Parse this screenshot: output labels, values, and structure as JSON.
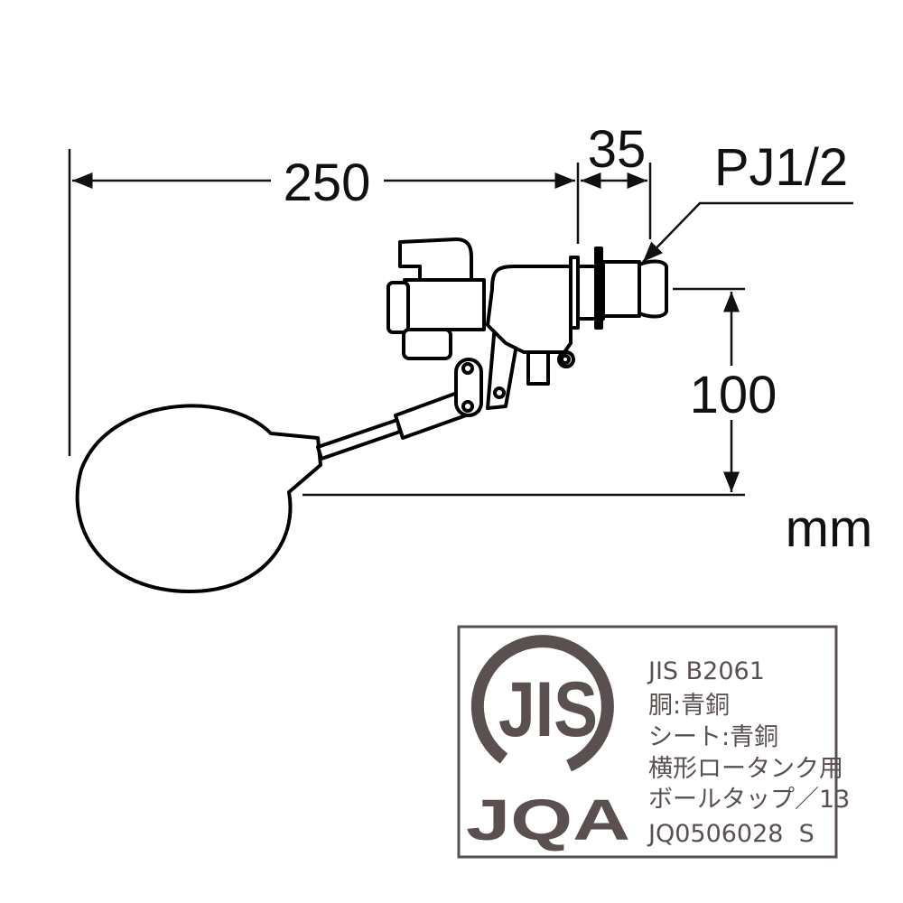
{
  "dimensions": {
    "length": "250",
    "fitting_length": "35",
    "thread": "PJ1/2",
    "height": "100",
    "unit": "mm"
  },
  "certification": {
    "mark_text": "JIS",
    "org_text": "JQA",
    "standard": "JIS B2061",
    "material_body": "胴:青銅",
    "material_seat": "シート:青銅",
    "type_line1": "横形ロータンク用",
    "type_line2": "ボールタップ／13",
    "cert_number": "JQ0506028  S",
    "color": "#5a5050"
  }
}
